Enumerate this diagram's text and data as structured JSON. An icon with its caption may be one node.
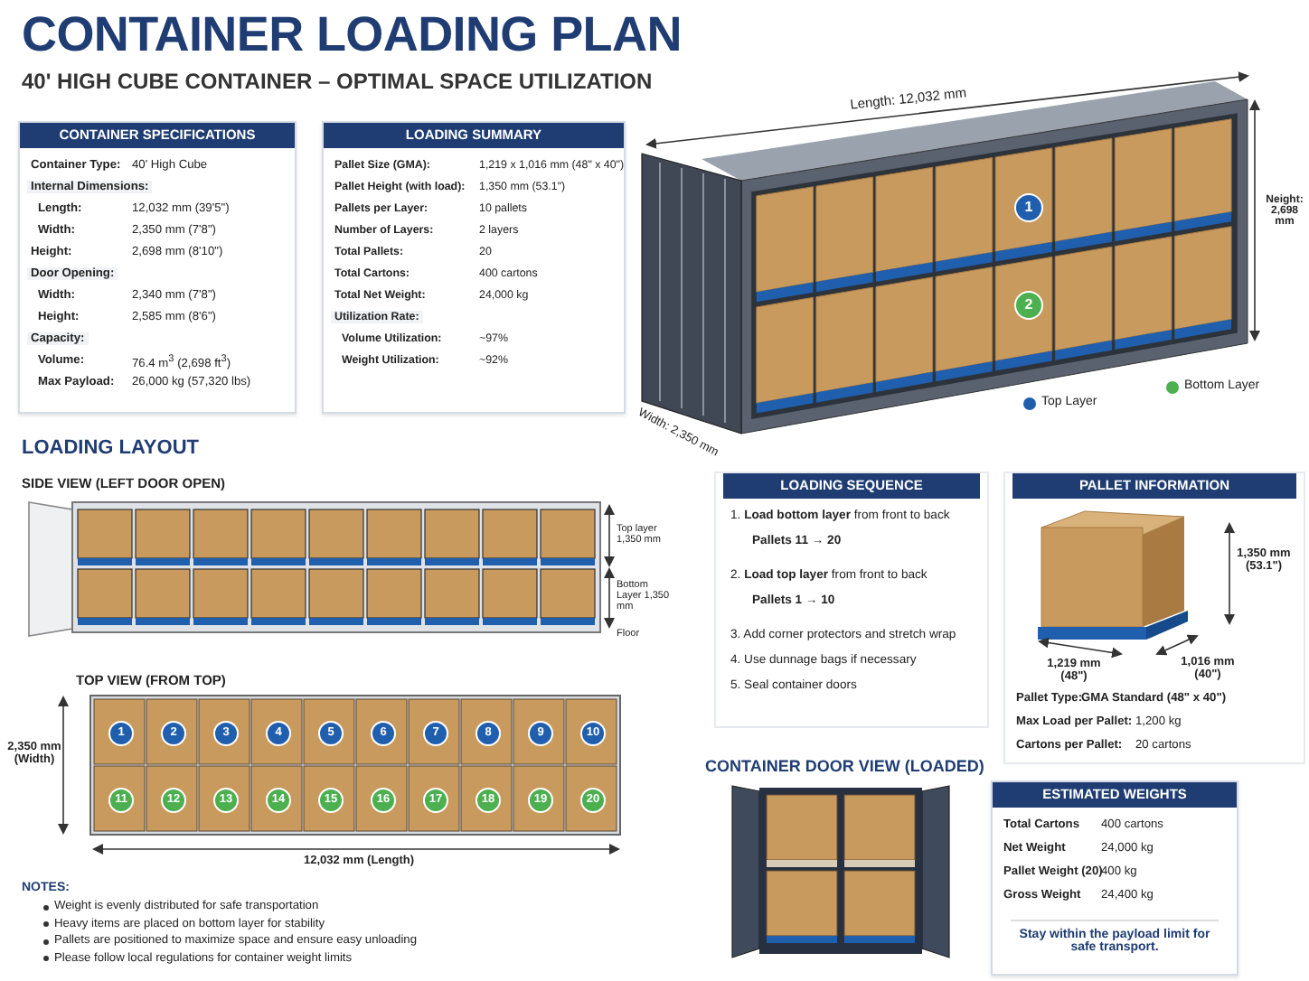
{
  "diagram": {
    "title": "CONTAINER LOADING PLAN",
    "nodes": [
      {
        "text": [
          "CONTAINER SPECIFICATIONS",
          "Container Type:",
          "40' High Cube",
          "Internal Dimensions:",
          "Length:",
          "12,032 mm (39'5\")",
          "Width:",
          "2,350 mm (7'8\")",
          "Height:",
          "2,698 mm (8'10\")",
          "Door Opening:",
          "Width:",
          "2,340 mm (7'8\")",
          "Height:",
          "2,585 mm (8'6\")",
          "Capacity:",
          "Volume:",
          "76.4 m$^{3}$ (2,698 ft$^{3}$)",
          "Max Payload:",
          "26,000 kg (57,320 lbs)"
        ]
      },
      {
        "text": [
          "LOADING SUMMARY",
          "Pallet Size (GMA):",
          "1,219 x 1,016 mm (48\" x 40\")",
          "Pallet Height (with load):",
          "1,350 mm (53.1\")",
          "Pallets per Layer:",
          "10 pallets",
          "Number of Layers:",
          "2 layers",
          "Total Pallets:",
          "20",
          "Total Cartons:",
          "400 cartons",
          "Total Net Weight:",
          "24,000 kg",
          "Utilization Rate:",
          "Volume Utilization:",
          "~97%",
          "Weight Utilization:",
          "~92%"
        ]
      },
      {
        "text": [
          "LOADING SEQUENCE",
          "1. **Load bottom layer** from front to back",
          "Pallets 11 → 20",
          "2. **Load top layer** from front to back",
          "Pallets 1 → 10",
          "3. Add corner protectors and stretch wrap",
          "4. Use dunnage bags if necessary",
          "5. Seal container doors"
        ]
      },
      {
        "text": [
          "PALLET INFORMATION",
          "Pallet Type:",
          "GMA Standard (48\" x 40\")",
          "Max Load per Pallet:",
          "1,200 kg",
          "Cartons per Pallet:",
          "20 cartons"
        ]
      },
      {
        "text": [
          "ESTIMATED WEIGHTS",
          "Total Cartons",
          "400 cartons",
          "Net Weight",
          "24,000 kg",
          "Pallet Weight (20)",
          "400 kg",
          "Gross Weight",
          "24,400 kg",
          "Stay within the payload limit for safe transport."
        ]
      },
      {
        "text": [
          "1"
        ]
      },
      {
        "text": [
          "2"
        ]
      },
      {
        "text": [
          "3"
        ]
      },
      {
        "text": [
          "4"
        ]
      },
      {
        "text": [
          "5"
        ]
      },
      {
        "text": [
          "6"
        ]
      },
      {
        "text": [
          "7"
        ]
      },
      {
        "text": [
          "8"
        ]
      },
      {
        "text": [
          "9"
        ]
      },
      {
        "text": [
          "10"
        ]
      },
      {
        "text": [
          "11"
        ]
      },
      {
        "text": [
          "12"
        ]
      },
      {
        "text": [
          "13"
        ]
      },
      {
        "text": [
          "14"
        ]
      },
      {
        "text": [
          "15"
        ]
      },
      {
        "text": [
          "16"
        ]
      },
      {
        "text": [
          "17"
        ]
      },
      {
        "text": [
          "18"
        ]
      },
      {
        "text": [
          "19"
        ]
      },
      {
        "text": [
          "20"
        ]
      },
      {
        "text": [
          "1"
        ]
      },
      {
        "text": [
          "2"
        ]
      }
    ],
    "labels": [
      "40' HIGH CUBE CONTAINER – OPTIMAL SPACE UTILIZATION",
      "Length: 12,032 mm",
      "Neight: 2,698 mm",
      "Width: 2,350 mm",
      "LOADING LAYOUT",
      "SIDE VIEW (LEFT DOOR OPEN)",
      "Top layer 1,350 mm",
      "Bottom Layer 1,350 mm",
      "Floor",
      "TOP VIEW (FROM TOP)",
      "2,350 mm (Width)",
      "12,032 mm (Length)",
      "NOTES:",
      "Weight is evenly distributed for safe transportation",
      "Heavy items are placed on bottom layer for stability",
      "Pallets are positioned to maximize space and ensure easy unloading",
      "Please follow local regulations for container weight limits",
      "1,350 mm (53.1\")",
      "1,219 mm (48\")",
      "1,016 mm (40\")",
      "CONTAINER DOOR VIEW (LOADED)"
    ],
    "legend": [
      {
        "text": "Top Layer"
      },
      {
        "text": "Bottom Layer"
      }
    ]
  }
}
